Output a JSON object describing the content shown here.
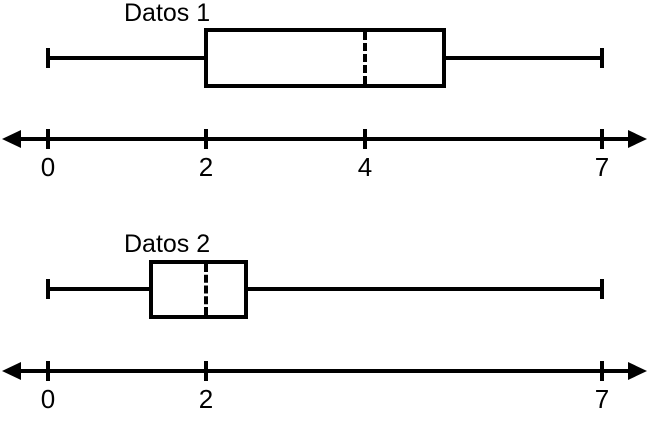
{
  "figure": {
    "background_color": "#ffffff",
    "ink_color": "#000000"
  },
  "chart_data": [
    {
      "type": "boxplot",
      "title": "Datos 1",
      "orientation": "horizontal",
      "stats": {
        "min": 0,
        "q1": 2,
        "median": 4,
        "q3": 5,
        "max": 7
      },
      "median_line_style": "dashed",
      "axis": {
        "xlim": [
          0,
          7
        ],
        "ticks": [
          0,
          2,
          4,
          7
        ],
        "tick_labels": [
          "0",
          "2",
          "4",
          "7"
        ],
        "arrowheads": "both"
      }
    },
    {
      "type": "boxplot",
      "title": "Datos 2",
      "orientation": "horizontal",
      "stats": {
        "min": 0,
        "q1": 1.3,
        "median": 2,
        "q3": 2.5,
        "max": 7
      },
      "median_line_style": "dashed",
      "axis": {
        "xlim": [
          0,
          7
        ],
        "ticks": [
          0,
          2,
          7
        ],
        "tick_labels": [
          "0",
          "2",
          "7"
        ],
        "arrowheads": "both"
      }
    }
  ]
}
